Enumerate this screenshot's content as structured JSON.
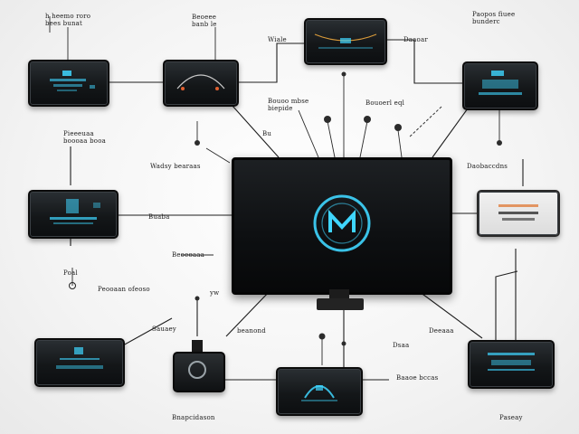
{
  "colors": {
    "accent_glow": "#3fd6ff",
    "device_body": "#141719",
    "wire": "#1e1e1e"
  },
  "icons": {
    "center_logo": "m-logo-icon",
    "knob": "round-knob-icon"
  },
  "labels": {
    "top_left": "h heemo roro\nbees bunat",
    "top_mid_left": "Beoeee\nbanb le",
    "top_mid": "Wiale",
    "top_mid_right": "Daaoar",
    "top_right": "Paopos fiuee\nbunderc",
    "mid_a": "Bouoo mbse\nbiepide",
    "mid_b": "Bouoerl eql",
    "mid_c": "Bu",
    "left_upper": "Pieeeuaa\nboooaa booa",
    "left_mid": "Wadsy bearaas",
    "right_mid": "Daobaccdns",
    "left_lower_a": "Buaba",
    "left_lower_b": "Beoeoaaa",
    "left_bottom_a": "Poal",
    "left_bottom_b": "Peooaan ofeoso",
    "center_under": "yw",
    "lower_left": "Sauaey",
    "lower_mid_left": "beanond",
    "bottom_mid_right": "Dsaa",
    "right_lower": "Deeaaa",
    "bottom_right_a": "Baaoe bccas",
    "bottom_left": "Bnapcidason",
    "bottom_right": "Paseay"
  }
}
